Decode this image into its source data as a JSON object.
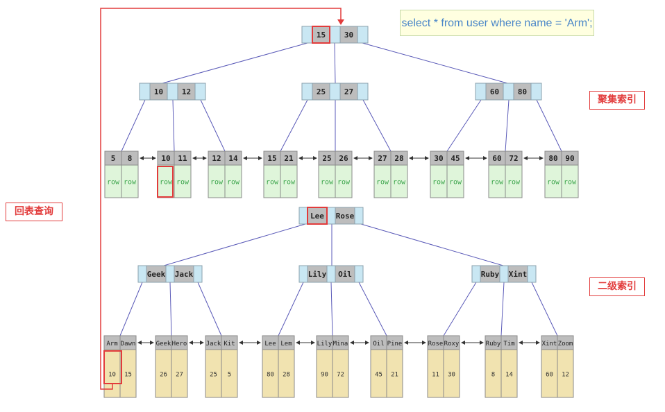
{
  "sql": "select * from user where name = 'Arm';",
  "labels": {
    "clustered_index": "聚集索引",
    "secondary_index": "二级索引",
    "lookup_back": "回表查询"
  },
  "clustered": {
    "root": [
      "15",
      "30"
    ],
    "level2": [
      [
        "10",
        "12"
      ],
      [
        "25",
        "27"
      ],
      [
        "60",
        "80"
      ]
    ],
    "leaves": [
      {
        "keys": [
          "5",
          "8"
        ],
        "data": [
          "row",
          "row"
        ]
      },
      {
        "keys": [
          "10",
          "11"
        ],
        "data": [
          "row",
          "row"
        ]
      },
      {
        "keys": [
          "12",
          "14"
        ],
        "data": [
          "row",
          "row"
        ]
      },
      {
        "keys": [
          "15",
          "21"
        ],
        "data": [
          "row",
          "row"
        ]
      },
      {
        "keys": [
          "25",
          "26"
        ],
        "data": [
          "row",
          "row"
        ]
      },
      {
        "keys": [
          "27",
          "28"
        ],
        "data": [
          "row",
          "row"
        ]
      },
      {
        "keys": [
          "30",
          "45"
        ],
        "data": [
          "row",
          "row"
        ]
      },
      {
        "keys": [
          "60",
          "72"
        ],
        "data": [
          "row",
          "row"
        ]
      },
      {
        "keys": [
          "80",
          "90"
        ],
        "data": [
          "row",
          "row"
        ]
      }
    ]
  },
  "secondary": {
    "root": [
      "Lee",
      "Rose"
    ],
    "level2": [
      [
        "Geek",
        "Jack"
      ],
      [
        "Lily",
        "Oil"
      ],
      [
        "Ruby",
        "Xint"
      ]
    ],
    "leaves": [
      {
        "keys": [
          "Arm",
          "Dawn"
        ],
        "data": [
          "10",
          "15"
        ]
      },
      {
        "keys": [
          "Geek",
          "Hero"
        ],
        "data": [
          "26",
          "27"
        ]
      },
      {
        "keys": [
          "Jack",
          "Kit"
        ],
        "data": [
          "25",
          "5"
        ]
      },
      {
        "keys": [
          "Lee",
          "Lem"
        ],
        "data": [
          "80",
          "28"
        ]
      },
      {
        "keys": [
          "Lily",
          "Mina"
        ],
        "data": [
          "90",
          "72"
        ]
      },
      {
        "keys": [
          "Oil",
          "Pine"
        ],
        "data": [
          "45",
          "21"
        ]
      },
      {
        "keys": [
          "Rose",
          "Roxy"
        ],
        "data": [
          "11",
          "30"
        ]
      },
      {
        "keys": [
          "Ruby",
          "Tim"
        ],
        "data": [
          "8",
          "14"
        ]
      },
      {
        "keys": [
          "Xint",
          "Zoom"
        ],
        "data": [
          "60",
          "12"
        ]
      }
    ]
  },
  "colors": {
    "highlight": "#e23b3b",
    "edge": "#5a5ab8",
    "key_fill": "#bdbdbd",
    "ptr_fill": "#c9e7f3",
    "row_fill": "#dff5da",
    "row_text": "#3aa44a",
    "value_fill": "#f1e3b0"
  }
}
